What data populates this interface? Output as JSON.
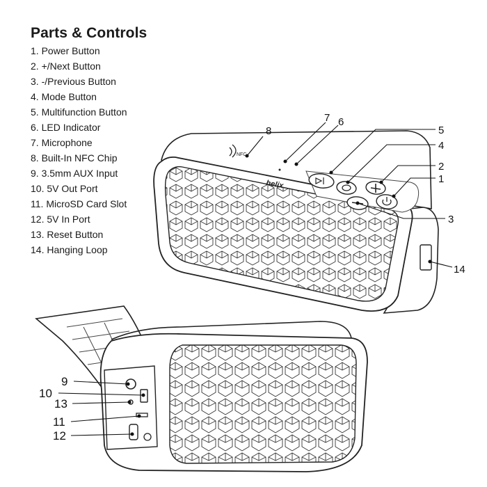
{
  "title": "Parts & Controls",
  "parts": [
    "1. Power Button",
    "2. +/Next Button",
    "3. -/Previous Button",
    "4. Mode Button",
    "5. Multifunction Button",
    "6. LED Indicator",
    "7. Microphone",
    "8. Built-In NFC Chip",
    "9. 3.5mm AUX Input",
    "10. 5V Out Port",
    "11. MicroSD Card Slot",
    "12. 5V In Port",
    "13. Reset Button",
    "14. Hanging Loop"
  ],
  "callouts": {
    "c1": "1",
    "c2": "2",
    "c3": "3",
    "c4": "4",
    "c5": "5",
    "c6": "6",
    "c7": "7",
    "c8": "8",
    "c9": "9",
    "c10": "10",
    "c11": "11",
    "c12": "12",
    "c13": "13",
    "c14": "14"
  },
  "brand_logo_text": "helix",
  "nfc_label": "NFC",
  "icons": [
    "power-icon",
    "plus-icon",
    "minus-icon",
    "mode-icon",
    "multifunction-icon",
    "nfc-icon"
  ]
}
